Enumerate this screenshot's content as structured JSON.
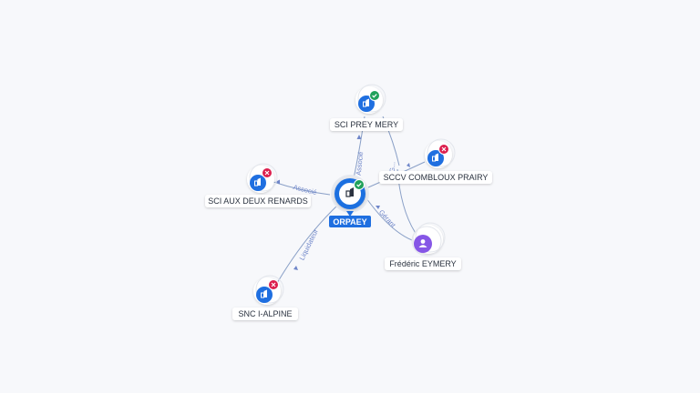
{
  "colors": {
    "company": "#1f6fe0",
    "person": "#8656e6",
    "active_badge": "#20a15a",
    "closed_badge": "#dc1f4e",
    "edge": "#8aa0c7",
    "edge_label": "#6f86c9",
    "center_label_bg": "#1f6fe0"
  },
  "nodes": {
    "center": {
      "label": "ORPAEY",
      "icon": "building-icon",
      "status": "active"
    },
    "prey_mery": {
      "label": "SCI PREY MERY",
      "icon": "building-icon",
      "status": "active"
    },
    "combloux": {
      "label": "SCCV COMBLOUX PRAIRY",
      "icon": "building-icon",
      "status": "closed"
    },
    "renards": {
      "label": "SCI AUX DEUX RENARDS",
      "icon": "building-icon",
      "status": "closed"
    },
    "alpine": {
      "label": "SNC I-ALPINE",
      "icon": "building-icon",
      "status": "closed"
    },
    "eymery": {
      "label": "Frédéric EYMERY",
      "icon": "person-icon",
      "status": "none"
    }
  },
  "edges": {
    "center_prey": "Associé",
    "center_renards": "Associé",
    "center_alpine": "Liquidateur",
    "eymery_center": "Gérant",
    "eymery_combloux": "G..."
  }
}
